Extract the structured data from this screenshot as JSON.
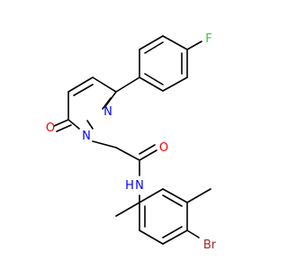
{
  "molecule": {
    "atoms": [
      {
        "id": "O1",
        "label": "O",
        "color": "#ff0000"
      },
      {
        "id": "N1",
        "label": "N",
        "color": "#0000ff"
      },
      {
        "id": "N2",
        "label": "N",
        "color": "#0000ff"
      },
      {
        "id": "F",
        "label": "F",
        "color": "#33cc33"
      },
      {
        "id": "O2",
        "label": "O",
        "color": "#ff0000"
      },
      {
        "id": "NH",
        "label": "N",
        "color": "#0000ff"
      },
      {
        "id": "H",
        "label": "H",
        "color": "#0000ff"
      },
      {
        "id": "Br",
        "label": "Br",
        "color": "#a52a2a"
      }
    ]
  }
}
